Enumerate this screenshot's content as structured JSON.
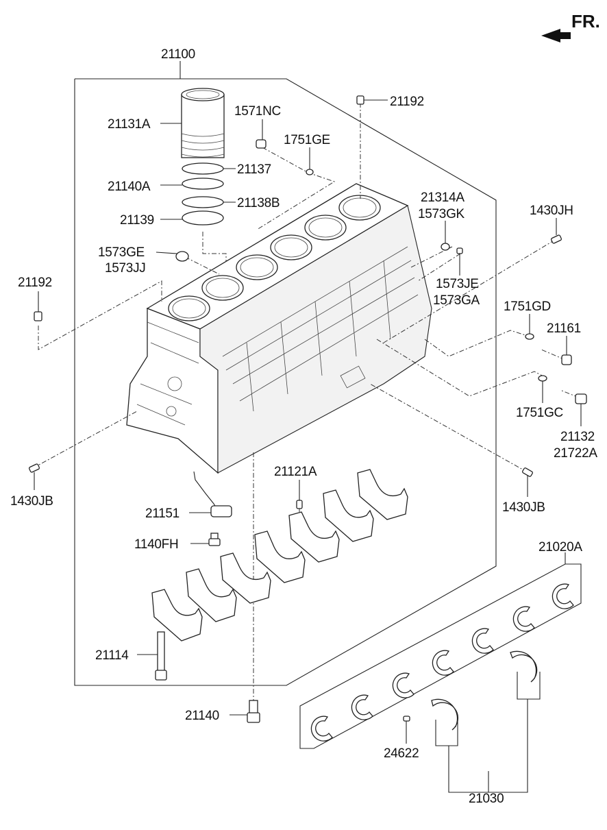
{
  "header": {
    "direction_label": "FR."
  },
  "callouts": {
    "c21100": "21100",
    "c21192_top": "21192",
    "c21131A": "21131A",
    "c1571NC": "1571NC",
    "c1751GE": "1751GE",
    "c21137": "21137",
    "c21140A": "21140A",
    "c21138B": "21138B",
    "c21139": "21139",
    "c21314A": "21314A",
    "c1573GK": "1573GK",
    "c1430JH": "1430JH",
    "c1573GE": "1573GE",
    "c1573JJ": "1573JJ",
    "c21192_left": "21192",
    "c1573JE": "1573JE",
    "c1573GA": "1573GA",
    "c1751GD": "1751GD",
    "c21161": "21161",
    "c1751GC": "1751GC",
    "c21132": "21132",
    "c21722A": "21722A",
    "c1430JB_left": "1430JB",
    "c1430JB_right": "1430JB",
    "c21121A": "21121A",
    "c21151": "21151",
    "c1140FH": "1140FH",
    "c21020A": "21020A",
    "c21114": "21114",
    "c21140": "21140",
    "c24622": "24622",
    "c21030": "21030"
  }
}
